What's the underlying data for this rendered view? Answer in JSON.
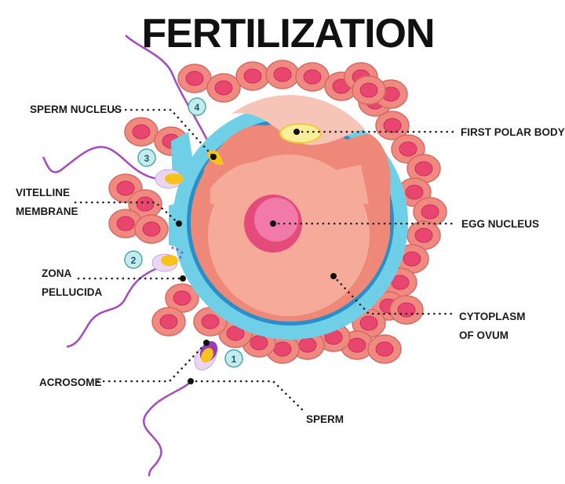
{
  "title": "FERTILIZATION",
  "labels": {
    "sperm_nucleus": "SPERM NUCLEUS",
    "first_polar_body": "FIRST POLAR BODY",
    "vitelline_membrane": [
      "VITELLINE",
      "MEMBRANE"
    ],
    "egg_nucleus": "EGG NUCLEUS",
    "zona_pellucida": [
      "ZONA",
      "PELLUCIDA"
    ],
    "cytoplasm_of_ovum": [
      "CYTOPLASM",
      "OF OVUM"
    ],
    "acrosome": "ACROSOME",
    "sperm": "SPERM"
  },
  "steps": [
    "1",
    "2",
    "3",
    "4"
  ],
  "colors": {
    "zona": "#6fcfe6",
    "membrane": "#2a8fc8",
    "cytoplasm_outer": "#ee8878",
    "cytoplasm_inner": "#f5aa9a",
    "nucleus": "#e44a7a",
    "corona_cell": "#f08a80",
    "corona_nucleus": "#e8466e",
    "sperm_tail": "#a44bbf",
    "sperm_head": "#f7c21c"
  }
}
